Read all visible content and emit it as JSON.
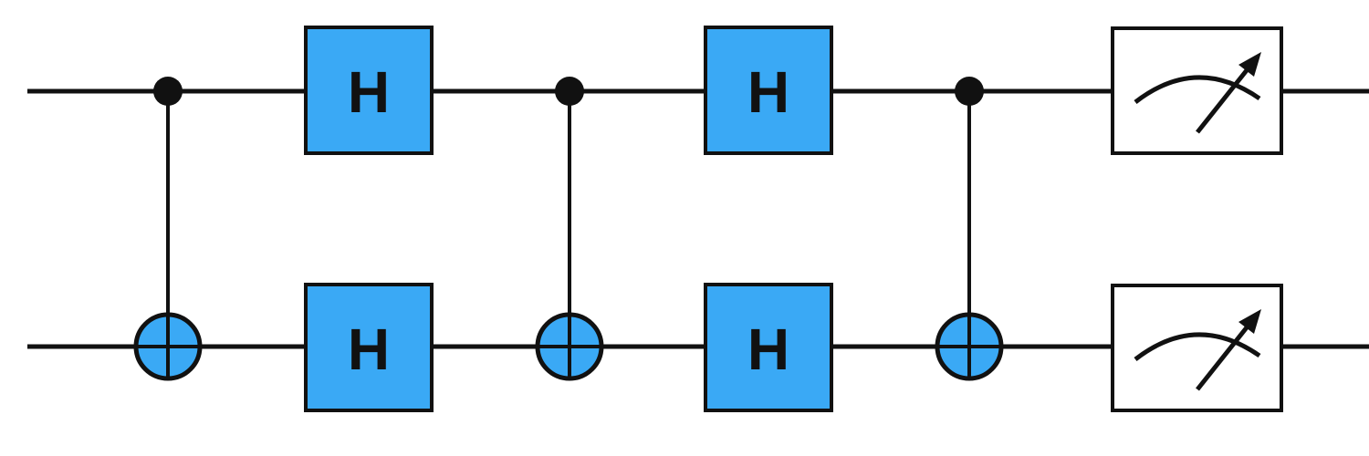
{
  "diagram": {
    "type": "quantum-circuit",
    "qubits": 2,
    "colors": {
      "gate_fill": "#3aa9f5",
      "line": "#111111",
      "meter_fill": "#ffffff",
      "background": "#ffffff"
    },
    "gates": [
      {
        "kind": "cnot",
        "control": 0,
        "target": 1
      },
      {
        "kind": "h",
        "qubit": 0,
        "label": "H"
      },
      {
        "kind": "h",
        "qubit": 1,
        "label": "H"
      },
      {
        "kind": "cnot",
        "control": 0,
        "target": 1
      },
      {
        "kind": "h",
        "qubit": 0,
        "label": "H"
      },
      {
        "kind": "h",
        "qubit": 1,
        "label": "H"
      },
      {
        "kind": "cnot",
        "control": 0,
        "target": 1
      },
      {
        "kind": "measure",
        "qubit": 0,
        "icon": "meter-icon"
      },
      {
        "kind": "measure",
        "qubit": 1,
        "icon": "meter-icon"
      }
    ]
  }
}
